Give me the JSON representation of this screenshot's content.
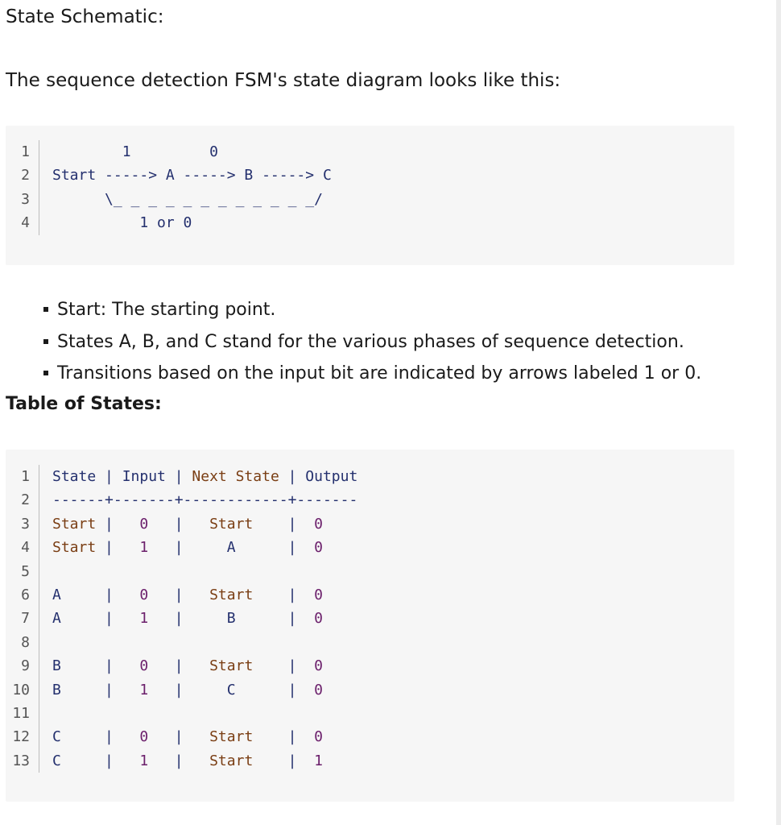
{
  "section1": {
    "heading": "State Schematic:",
    "intro": "The sequence detection FSM's state diagram looks like this:"
  },
  "diagram_code": {
    "line_numbers": [
      "1",
      "2",
      "3",
      "4"
    ],
    "lines": [
      "        1         0",
      "Start -----> A -----> B -----> C",
      "      \\_ _ _ _ _ _ _ _ _ _ _ _/",
      "          1 or 0"
    ]
  },
  "bullets": [
    "Start: The starting point.",
    "States A, B, and C stand for the various phases of sequence detection.",
    "Transitions based on the input bit are indicated by arrows labeled 1 or 0."
  ],
  "section2": {
    "heading": "Table of States:"
  },
  "table_code": {
    "line_numbers": [
      "1",
      "2",
      "3",
      "4",
      "5",
      "6",
      "7",
      "8",
      "9",
      "10",
      "11",
      "12",
      "13"
    ],
    "header": {
      "state": "State",
      "sep1": " | ",
      "input": "Input",
      "sep2": " | ",
      "next": "Next State",
      "sep3": " | ",
      "output": "Output"
    },
    "divider": "------+-------+------------+-------",
    "rows": [
      [
        "Start",
        " |   ",
        "0",
        "   |   ",
        "Start",
        "    |  ",
        "0"
      ],
      [
        "Start",
        " |   ",
        "1",
        "   |     ",
        "A",
        "      |  ",
        "0"
      ],
      null,
      [
        "A",
        "     |   ",
        "0",
        "   |   ",
        "Start",
        "    |  ",
        "0"
      ],
      [
        "A",
        "     |   ",
        "1",
        "   |     ",
        "B",
        "      |  ",
        "0"
      ],
      null,
      [
        "B",
        "     |   ",
        "0",
        "   |   ",
        "Start",
        "    |  ",
        "0"
      ],
      [
        "B",
        "     |   ",
        "1",
        "   |     ",
        "C",
        "      |  ",
        "0"
      ],
      null,
      [
        "C",
        "     |   ",
        "0",
        "   |   ",
        "Start",
        "    |  ",
        "0"
      ],
      [
        "C",
        "     |   ",
        "1",
        "   |   ",
        "Start",
        "    |  ",
        "1"
      ]
    ]
  }
}
